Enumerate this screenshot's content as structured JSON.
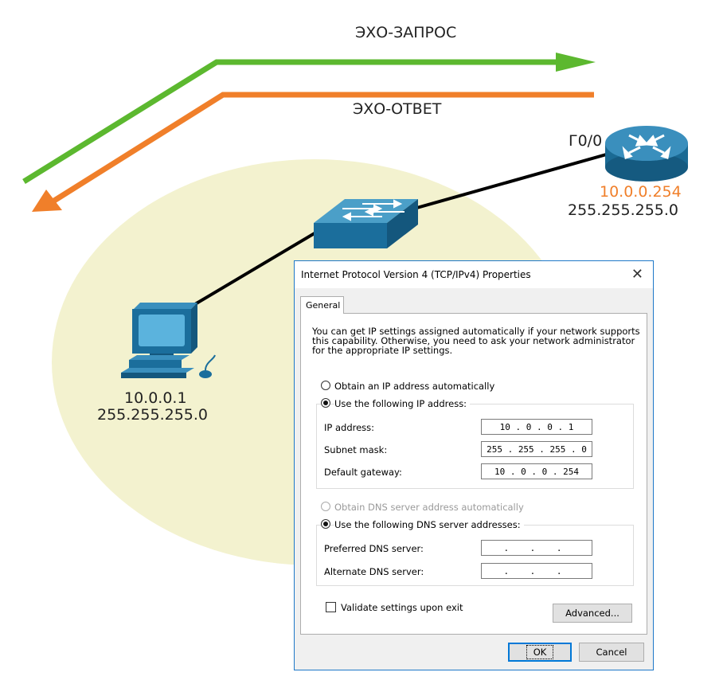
{
  "diagram": {
    "arrows": {
      "request_label": "ЭХО-ЗАПРОС",
      "reply_label": "ЭХО-ОТВЕТ",
      "request_color": "#5cb82f",
      "reply_color": "#f07f2a"
    },
    "router": {
      "interface": "Г0/0",
      "ip": "10.0.0.254",
      "mask": "255.255.255.0"
    },
    "pc": {
      "ip": "10.0.0.1",
      "mask": "255.255.255.0"
    },
    "lan_color": "#f3f2cf"
  },
  "dialog": {
    "title": "Internet Protocol Version 4 (TCP/IPv4) Properties",
    "tab": "General",
    "description_lines": [
      "You can get IP settings assigned automatically if your network supports",
      "this capability. Otherwise, you need to ask your network administrator",
      "for the appropriate IP settings."
    ],
    "ip_auto_label": "Obtain an IP address automatically",
    "ip_manual_label": "Use the following IP address:",
    "ip_address_label": "IP address:",
    "ip_address_value": "10 . 0 . 0 . 1",
    "subnet_label": "Subnet mask:",
    "subnet_value": "255 . 255 . 255 . 0",
    "gateway_label": "Default gateway:",
    "gateway_value": "10 . 0 . 0 . 254",
    "dns_auto_label": "Obtain DNS server address automatically",
    "dns_manual_label": "Use the following DNS server addresses:",
    "preferred_dns_label": "Preferred DNS server:",
    "preferred_dns_value": ". . .",
    "alternate_dns_label": "Alternate DNS server:",
    "alternate_dns_value": ". . .",
    "validate_label": "Validate settings upon exit",
    "advanced_button": "Advanced...",
    "ok_button": "OK",
    "cancel_button": "Cancel",
    "close_glyph": "✕"
  }
}
